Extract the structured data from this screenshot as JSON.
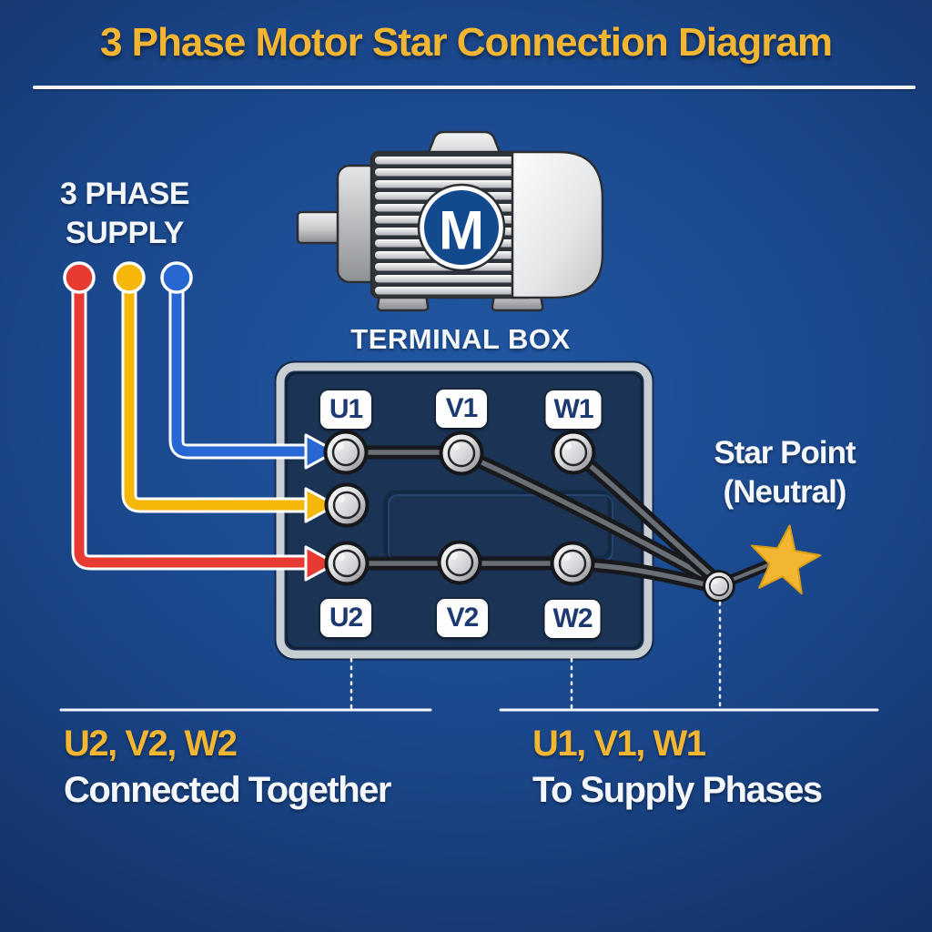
{
  "title": "3 Phase Motor Star Connection Diagram",
  "supply": {
    "label": "3 PHASE\nSUPPLY"
  },
  "motor": {
    "label": "M"
  },
  "terminal_box": {
    "label": "TERMINAL BOX",
    "top_terminals": [
      "U1",
      "V1",
      "W1"
    ],
    "bottom_terminals": [
      "U2",
      "V2",
      "W2"
    ]
  },
  "star_point": {
    "label": "Star Point\n(Neutral)"
  },
  "annotations": {
    "left": {
      "title": "U2, V2, W2",
      "subtitle": "Connected Together"
    },
    "right": {
      "title": "U1, V1, W1",
      "subtitle": "To Supply Phases"
    }
  },
  "colors": {
    "background_center": "#2157a3",
    "background_edge": "#122f62",
    "accent_gold": "#f2b632",
    "text_white": "#f4f7fb",
    "phase_red": "#e63a32",
    "phase_yellow": "#f6b70b",
    "phase_blue": "#2767d2",
    "wire_black": "#17191c",
    "box_fill": "#1b3456",
    "box_border": "#c9ced3",
    "chip_text": "#1c3a70",
    "motor_circle_blue": "#134a8e"
  }
}
